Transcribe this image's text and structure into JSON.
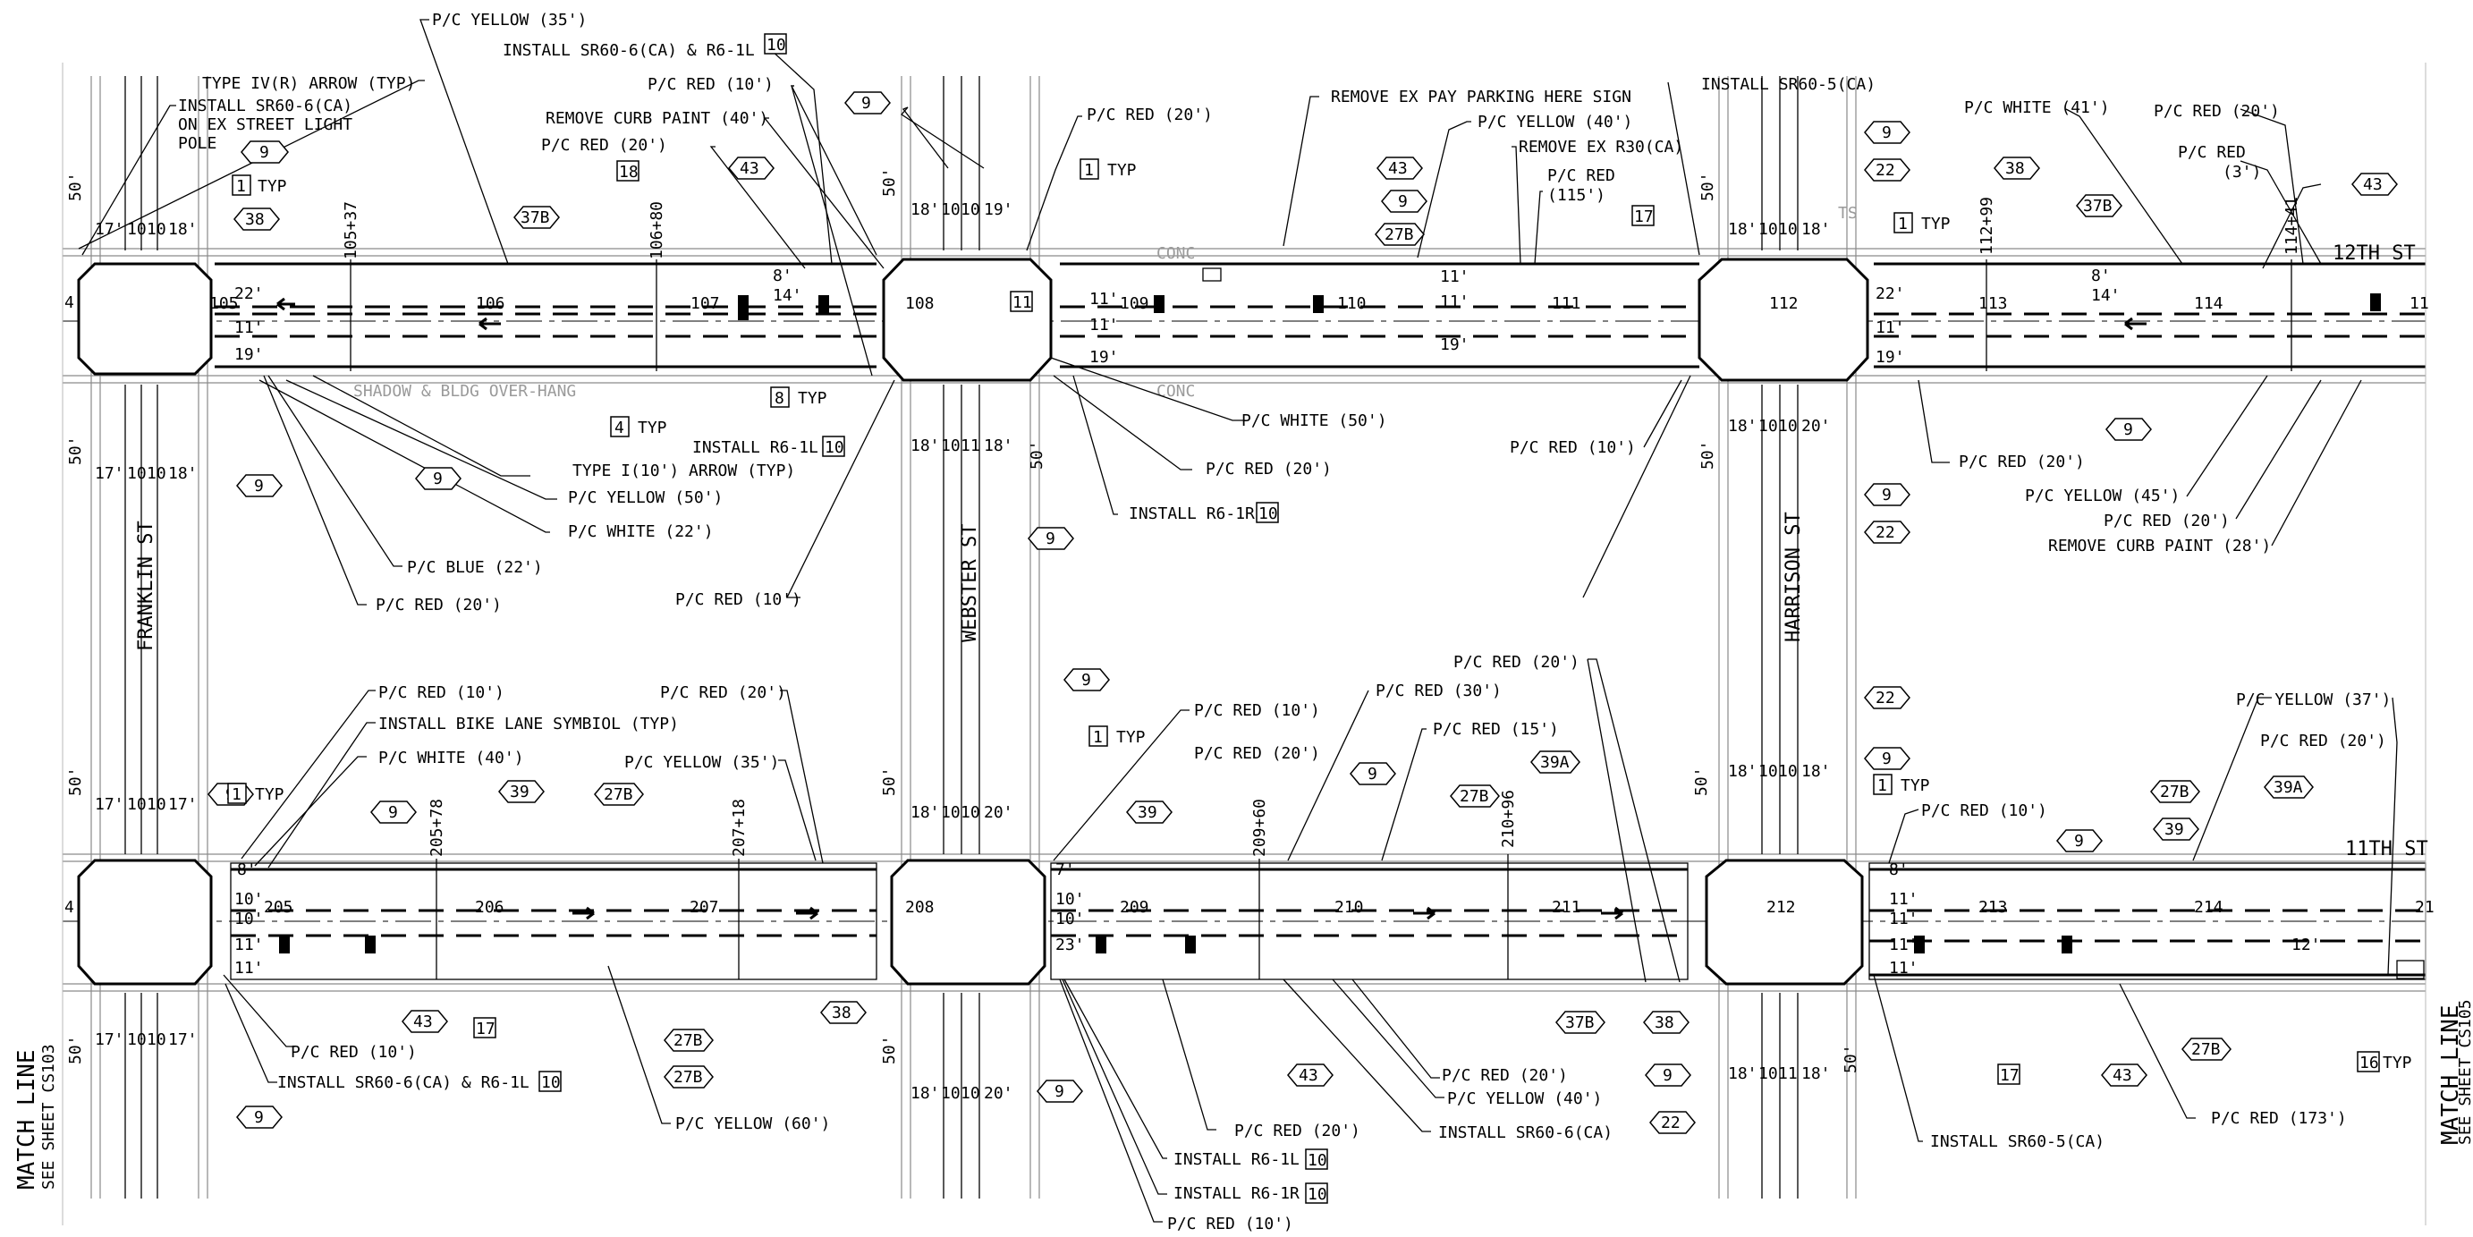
{
  "streets": {
    "franklin": "FRANKLIN ST",
    "webster": "WEBSTER ST",
    "harrison": "HARRISON ST",
    "twelfth": "12TH ST",
    "eleventh": "11TH ST"
  },
  "match_left": {
    "title": "MATCH LINE",
    "sub": "SEE SHEET CS103"
  },
  "match_right": {
    "title": "MATCH LINE",
    "sub": "SEE SHEET CS105"
  },
  "background_notes": {
    "shadow": "SHADOW & BLDG OVER-HANG",
    "conc": "CONC",
    "ts": "TS"
  },
  "stations": {
    "s1": "105+37",
    "s2": "106+80",
    "s3": "112+99",
    "s4": "114+41",
    "s5": "205+78",
    "s6": "207+18",
    "s7": "209+60",
    "s8": "210+96"
  },
  "stationing": {
    "top": [
      "105",
      "106",
      "107",
      "108",
      "109",
      "110",
      "111",
      "112",
      "113",
      "114",
      "11"
    ],
    "bottom": [
      "205",
      "206",
      "207",
      "208",
      "209",
      "210",
      "211",
      "212",
      "213",
      "214",
      "21"
    ]
  },
  "dims": {
    "d50": "50'",
    "d4": "4",
    "franklin_n": [
      "17'",
      "10",
      "10",
      "18'"
    ],
    "franklin_s": [
      "17'",
      "10",
      "10",
      "18'"
    ],
    "franklin_n2": [
      "17'",
      "10",
      "10",
      "17'"
    ],
    "franklin_s2": [
      "17'",
      "10",
      "10",
      "17'"
    ],
    "webster_n": [
      "18'",
      "10",
      "10",
      "19'"
    ],
    "webster_s": [
      "18'",
      "10",
      "11",
      "18'"
    ],
    "webster_n2": [
      "18'",
      "10",
      "10",
      "20'"
    ],
    "webster_s2": [
      "18'",
      "10",
      "10",
      "20'"
    ],
    "harrison_n": [
      "18'",
      "10",
      "10",
      "18'"
    ],
    "harrison_s": [
      "18'",
      "10",
      "10",
      "20'"
    ],
    "harrison_n2": [
      "18'",
      "10",
      "10",
      "18'"
    ],
    "harrison_s2": [
      "18'",
      "10",
      "11",
      "18'"
    ],
    "w12_left": [
      "22'",
      "11'",
      "19'"
    ],
    "w12_mid": [
      "11'",
      "11'",
      "19'"
    ],
    "w12_center": [
      "11'",
      "11'",
      "19'"
    ],
    "w12_right": [
      "22'",
      "11'",
      "19'"
    ],
    "w11_left": [
      "8'",
      "10'",
      "10'",
      "11'",
      "11'"
    ],
    "w11_mid": [
      "7'",
      "10'",
      "10'",
      "23'"
    ],
    "w11_right": [
      "8'",
      "11'",
      "11'",
      "11'",
      "11'"
    ],
    "misc": {
      "eight": "8'",
      "fourteen": "14'",
      "eight2": "8'",
      "fourteen2": "14'",
      "twelve": "12'"
    }
  },
  "tags": {
    "t9": "9",
    "t1": "1",
    "t38": "38",
    "t37B": "37B",
    "t18": "18",
    "t43": "43",
    "t8": "8",
    "t4": "4",
    "t10": "10",
    "t11": "11",
    "t17": "17",
    "t22": "22",
    "t27B": "27B",
    "t39": "39",
    "t39A": "39A",
    "t16": "16",
    "typ": "TYP"
  },
  "notes_top": {
    "n_yel35": "P/C YELLOW (35')",
    "n_inst_sr60": "INSTALL SR60-6(CA) & R6-1L",
    "n_typeiv": "TYPE IV(R) ARROW (TYP)",
    "n_inst_sr60_light": "INSTALL SR60-6(CA)",
    "n_on_ex": "ON EX STREET LIGHT",
    "n_pole": "POLE",
    "n_red10a": "P/C RED (10')",
    "n_remove_curb40": "REMOVE CURB PAINT (40')",
    "n_red20a": "P/C RED (20')",
    "n_red20b": "P/C RED (20')",
    "n_remove_pay": "REMOVE EX PAY PARKING HERE SIGN",
    "n_yel40": "P/C YELLOW (40')",
    "n_remove_r30": "REMOVE EX R30(CA)",
    "n_red115a": "P/C RED",
    "n_red115b": "(115')",
    "n_inst_sr60_5": "INSTALL SR60-5(CA)",
    "n_white41": "P/C WHITE (41')",
    "n_red20c": "P/C RED (20')",
    "n_red3a": "P/C RED",
    "n_red3b": "(3')",
    "n_white50": "P/C WHITE (50')",
    "n_red20d": "P/C RED (20')",
    "n_inst_r61r": "INSTALL R6-1R",
    "n_red10b": "P/C RED (10')",
    "n_red10c": "P/C RED (10')",
    "n_red20e": "P/C RED (20')",
    "n_yel45": "P/C YELLOW (45')",
    "n_red20f": "P/C RED (20')",
    "n_remove_curb28": "REMOVE CURB PAINT (28')",
    "n_inst_r61l": "INSTALL R6-1L",
    "n_type_i": "TYPE I(10') ARROW (TYP)",
    "n_yel50": "P/C YELLOW (50')",
    "n_white22": "P/C WHITE (22')",
    "n_blue22": "P/C BLUE (22')",
    "n_red20g": "P/C RED (20')"
  },
  "notes_bottom": {
    "b_red10a": "P/C RED (10')",
    "b_bike": "INSTALL BIKE LANE SYMBIOL (TYP)",
    "b_white40": "P/C WHITE (40')",
    "b_red20a": "P/C RED (20')",
    "b_yel35": "P/C YELLOW (35')",
    "b_red10b": "P/C RED (10')",
    "b_red30": "P/C RED (30')",
    "b_red20b": "P/C RED (20')",
    "b_red15": "P/C RED (15')",
    "b_red20c": "P/C RED (20')",
    "b_yel37": "P/C YELLOW (37')",
    "b_red20d": "P/C RED (20')",
    "b_red10c": "P/C RED (10')",
    "b_red10d": "P/C RED (10')",
    "b_inst_sr60_r61l": "INSTALL SR60-6(CA) & R6-1L",
    "b_yel60": "P/C YELLOW (60')",
    "b_red20e": "P/C RED (20')",
    "b_inst_r61l": "INSTALL R6-1L",
    "b_inst_r61r": "INSTALL R6-1R",
    "b_red10e": "P/C RED (10')",
    "b_red20f": "P/C RED (20')",
    "b_yel40": "P/C YELLOW (40')",
    "b_inst_sr60_6": "INSTALL SR60-6(CA)",
    "b_inst_sr60_5": "INSTALL SR60-5(CA)",
    "b_red173": "P/C RED (173')"
  }
}
